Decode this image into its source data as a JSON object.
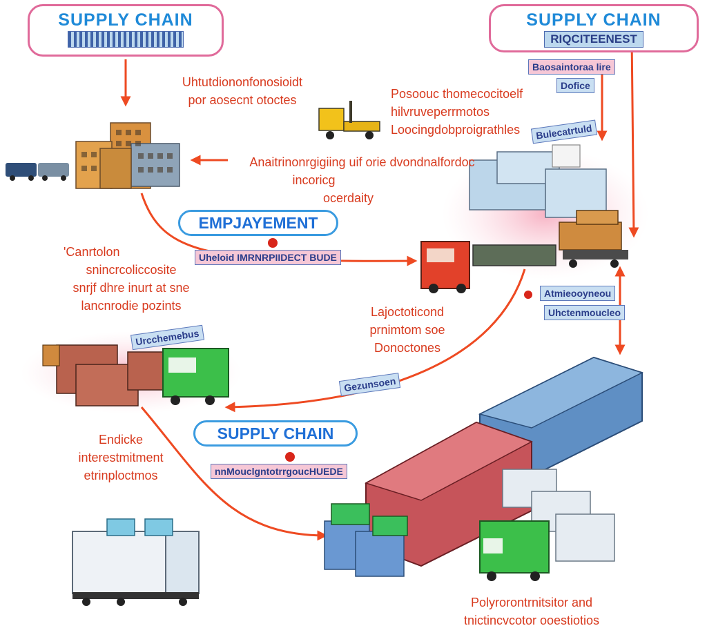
{
  "header_left": {
    "title": "SUPPLY CHAIN",
    "subtitle": ""
  },
  "header_right": {
    "title": "SUPPLY CHAIN",
    "subtitle": "RIQCITEENEST"
  },
  "pills": {
    "middle": "EMPJAYEMENT",
    "lower": "SUPPLY CHAIN"
  },
  "labels": {
    "top_center": [
      "Uhtutdiononfonosioidt",
      "por aosecnt otoctes"
    ],
    "top_right": [
      "Posoouc thomecocitoelf",
      "hilvruveperrmotos",
      "Loocingdobproigrathles"
    ],
    "center": [
      "Anaitrinonrgigiing uif orie dvondnalfordoc",
      "incoricg",
      "ocerdaity"
    ],
    "left_mid": [
      "'Canrtolon",
      "snincrcoliccosite",
      "snrjf dhre inurt at sne",
      "lancnrodie pozints"
    ],
    "mid_right": [
      "Lajoctoticond",
      "prnimtom soe",
      "Donoctones"
    ],
    "left_lower": [
      "Endicke",
      "interestmitment",
      "etrinploctmos"
    ],
    "bottom_right": [
      "Polyrorontrnitsitor and",
      "tnictincvcotor ooestiotios"
    ]
  },
  "tags": {
    "top_right_a": "Baosaintoraa lire",
    "top_right_b": "Dofice",
    "top_right_c": "Bulecatrtuld",
    "under_empjayement": "Uheloid IMRNRPIIDECT BUDE",
    "right_mid_a": "Atmieooyneou",
    "right_mid_b": "Uhctenmoucleo",
    "left_mid_tag": "Urcchemebus",
    "center_tag": "Gezunsoen",
    "under_supply": "nnMouclgntotrrgoucHUEDE"
  },
  "colors": {
    "arrow": "#ee4a22",
    "label_text": "#d83a1e",
    "header_border": "#e06a9a",
    "header_title": "#1f8ad8",
    "tag_fill": "#c9dff2"
  }
}
